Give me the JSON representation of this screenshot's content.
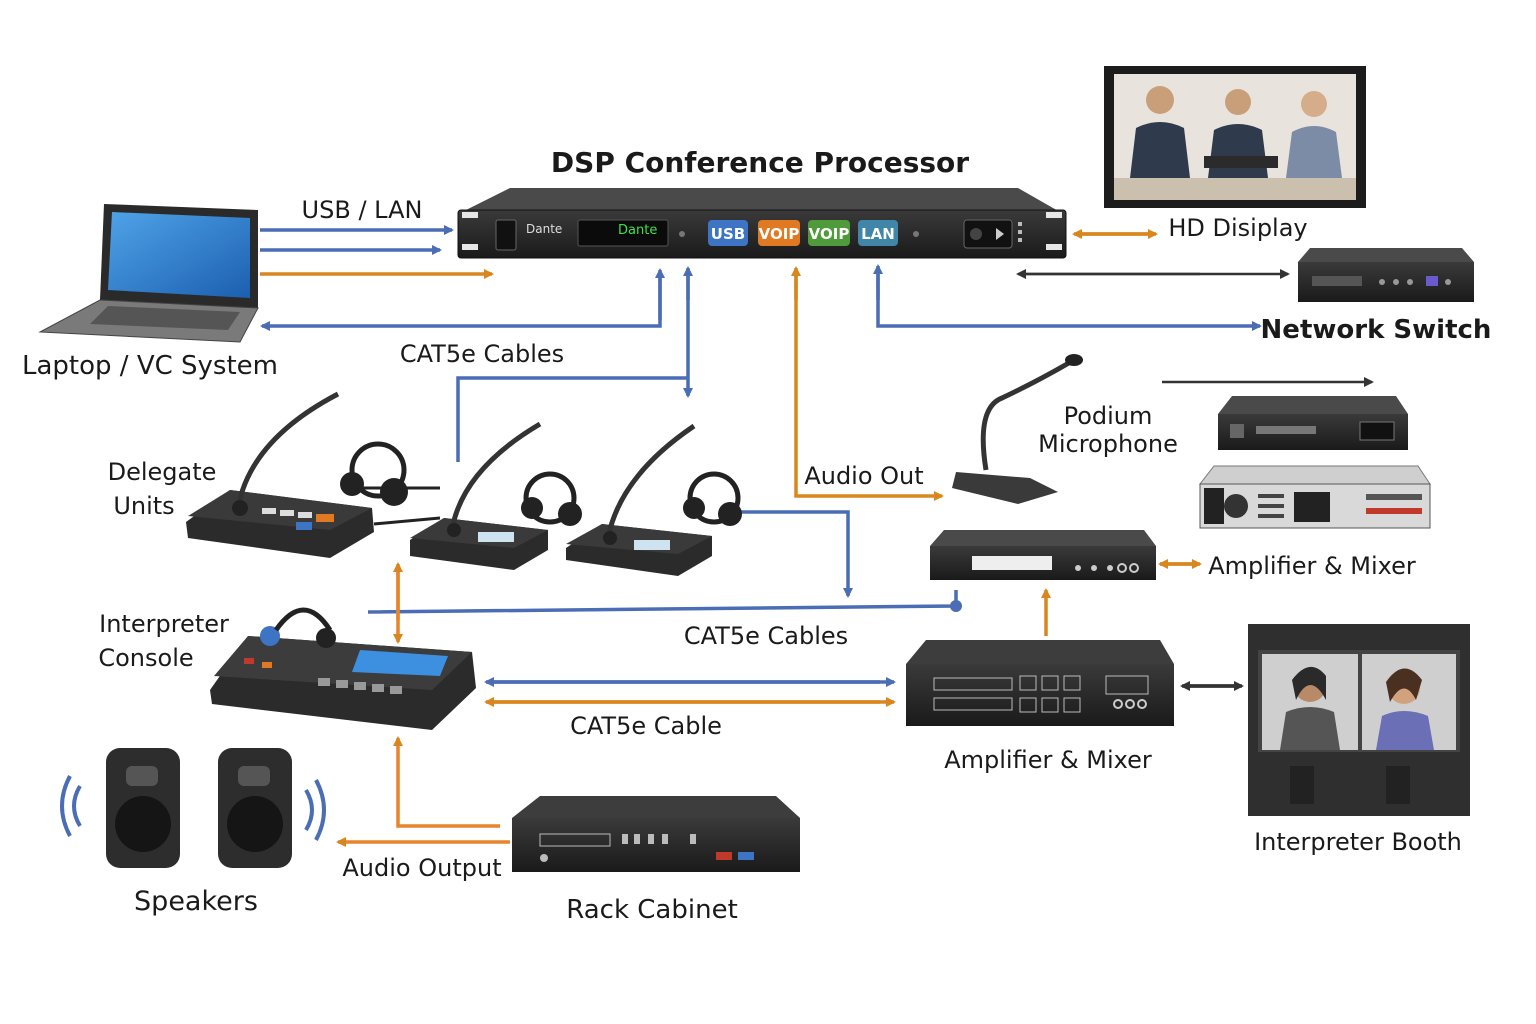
{
  "title": "DSP Conference Processor",
  "processor": {
    "dante_badge": "Dante",
    "display_text": "Dante",
    "buttons": [
      {
        "label": "USB",
        "color": "#3d74c4"
      },
      {
        "label": "VOIP",
        "color": "#e07a22"
      },
      {
        "label": "VOIP",
        "color": "#4f9a3a"
      },
      {
        "label": "LAN",
        "color": "#3f86a8"
      }
    ]
  },
  "devices": {
    "laptop": "Laptop / VC System",
    "hd_display": "HD Disiplay",
    "network_switch": "Network Switch",
    "podium_mic_line1": "Podium",
    "podium_mic_line2": "Microphone",
    "delegate_line1": "Delegate",
    "delegate_line2": "Units",
    "interpreter_console_line1": "Interpreter",
    "interpreter_console_line2": "Console",
    "amp_mixer_right": "Amplifier & Mixer",
    "amp_mixer_center": "Amplifier & Mixer",
    "interpreter_booth": "Interpreter Booth",
    "speakers": "Speakers",
    "rack_cabinet": "Rack Cabinet"
  },
  "connections": {
    "usb_lan": "USB / LAN",
    "cat5e_top": "CAT5e Cables",
    "audio_out": "Audio Out",
    "cat5e_mid": "CAT5e Cables",
    "cat5e_cable": "CAT5e Cable",
    "audio_output": "Audio Output"
  },
  "colors": {
    "blue_link": "#4a6db5",
    "orange_link": "#d9861f",
    "dark_link": "#333333",
    "device_body": "#2b2b2b"
  }
}
